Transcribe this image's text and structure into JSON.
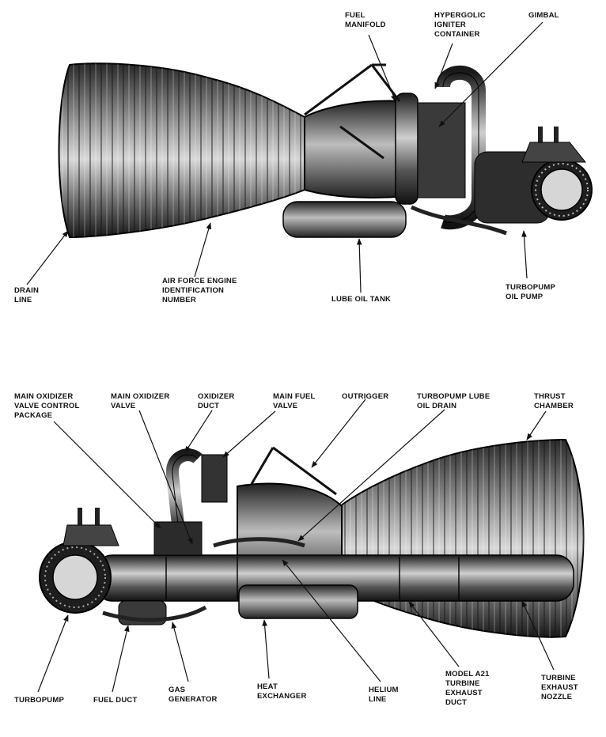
{
  "top_view": {
    "labels": {
      "fuel_manifold": [
        "FUEL",
        "MANIFOLD"
      ],
      "hypergolic_igniter_container": [
        "HYPERGOLIC",
        "IGNITER",
        "CONTAINER"
      ],
      "gimbal": [
        "GIMBAL"
      ],
      "drain_line": [
        "DRAIN",
        "LINE"
      ],
      "air_force_engine_identification_number": [
        "AIR FORCE ENGINE",
        "IDENTIFICATION",
        "NUMBER"
      ],
      "lube_oil_tank": [
        "LUBE OIL TANK"
      ],
      "turbopump_oil_pump": [
        "TURBOPUMP",
        "OIL PUMP"
      ]
    }
  },
  "bottom_view": {
    "labels": {
      "main_oxidizer_valve_control_package": [
        "MAIN OXIDIZER",
        "VALVE CONTROL",
        "PACKAGE"
      ],
      "main_oxidizer_valve": [
        "MAIN OXIDIZER",
        "VALVE"
      ],
      "oxidizer_duct": [
        "OXIDIZER",
        "DUCT"
      ],
      "main_fuel_valve": [
        "MAIN FUEL",
        "VALVE"
      ],
      "outrigger": [
        "OUTRIGGER"
      ],
      "turbopump_lube_oil_drain": [
        "TURBOPUMP LUBE",
        "OIL DRAIN"
      ],
      "thrust_chamber": [
        "THRUST",
        "CHAMBER"
      ],
      "turbopump": [
        "TURBOPUMP"
      ],
      "fuel_duct": [
        "FUEL DUCT"
      ],
      "gas_generator": [
        "GAS",
        "GENERATOR"
      ],
      "heat_exchanger": [
        "HEAT",
        "EXCHANGER"
      ],
      "helium_line": [
        "HELIUM",
        "LINE"
      ],
      "model_a21_turbine_exhaust_duct": [
        "MODEL A21",
        "TURBINE",
        "EXHAUST",
        "DUCT"
      ],
      "turbine_exhaust_nozzle": [
        "TURBINE",
        "EXHAUST",
        "NOZZLE"
      ]
    }
  }
}
